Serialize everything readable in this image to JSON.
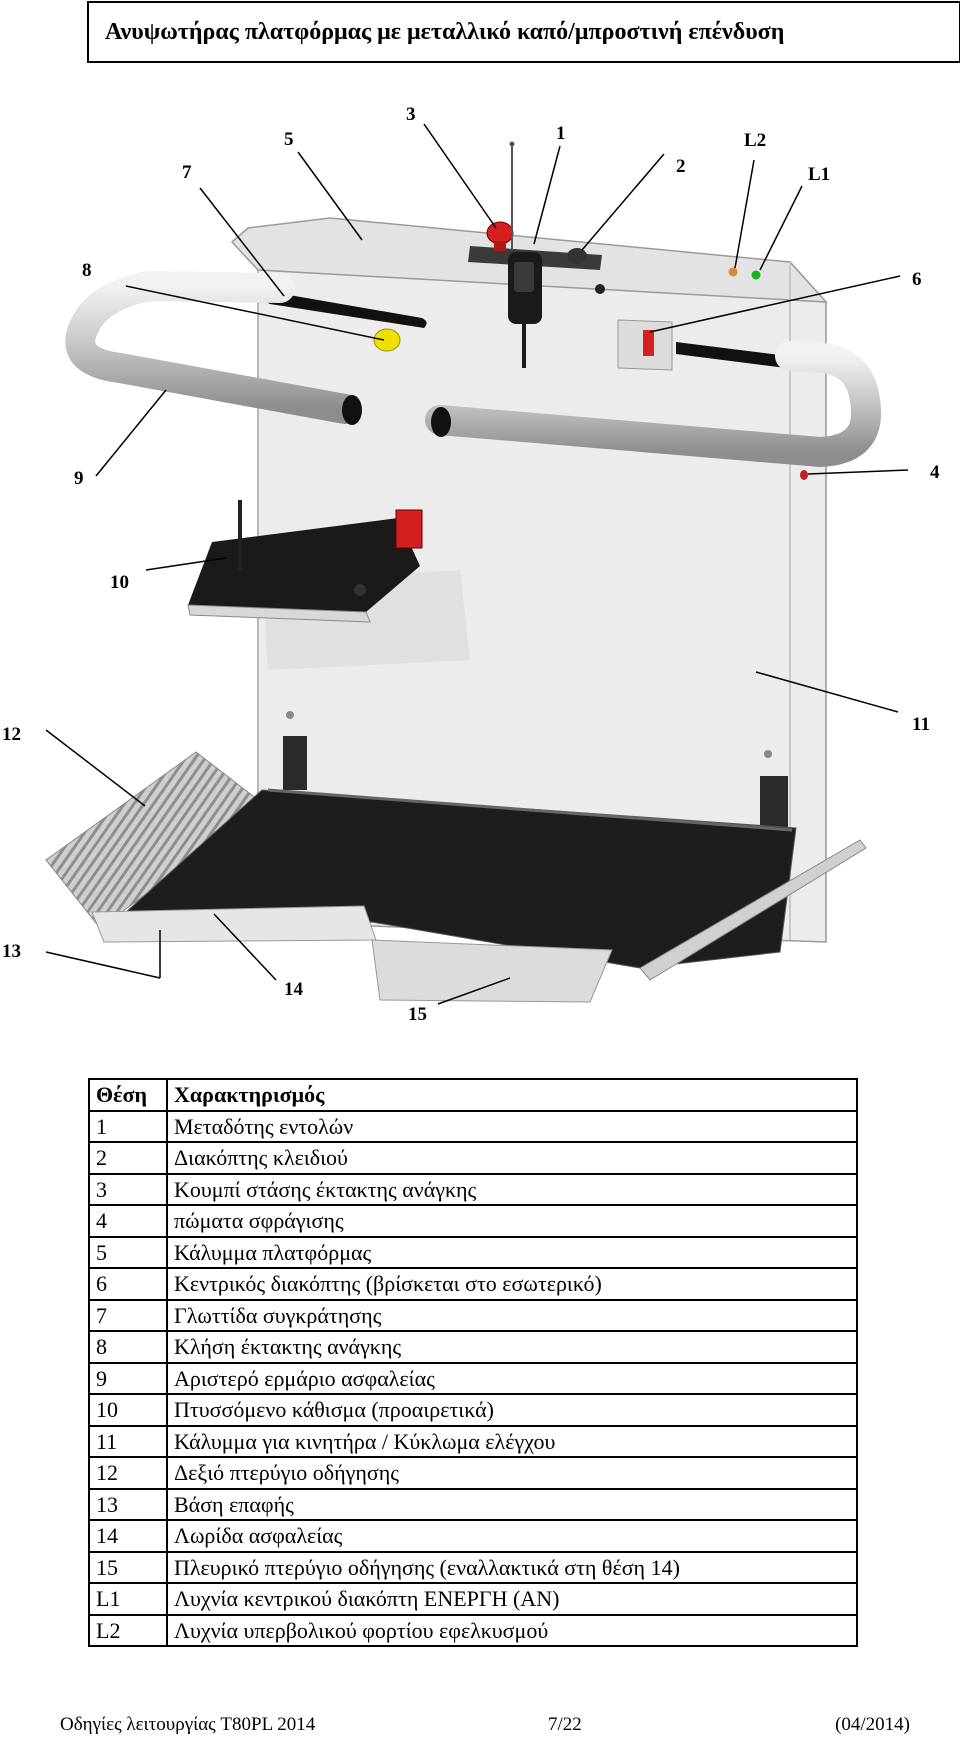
{
  "title": "Ανυψωτήρας πλατφόρμας με μεταλλικό καπό/μπροστινή επένδυση",
  "callouts": [
    "7",
    "5",
    "3",
    "1",
    "2",
    "L2",
    "L1",
    "8",
    "6",
    "9",
    "4",
    "10",
    "12",
    "11",
    "13",
    "14",
    "15"
  ],
  "legend": {
    "header": {
      "position": "Θέση",
      "designation": "Χαρακτηρισμός"
    },
    "rows": [
      {
        "position": "1",
        "designation": "Μεταδότης εντολών"
      },
      {
        "position": "2",
        "designation": "Διακόπτης κλειδιού"
      },
      {
        "position": "3",
        "designation": "Κουμπί στάσης έκτακτης ανάγκης"
      },
      {
        "position": "4",
        "designation": "πώματα σφράγισης"
      },
      {
        "position": "5",
        "designation": "Κάλυμμα πλατφόρμας"
      },
      {
        "position": "6",
        "designation": "Κεντρικός διακόπτης (βρίσκεται στο εσωτερικό)"
      },
      {
        "position": "7",
        "designation": "Γλωττίδα συγκράτησης"
      },
      {
        "position": "8",
        "designation": "Κλήση έκτακτης ανάγκης"
      },
      {
        "position": "9",
        "designation": "Αριστερό ερμάριο ασφαλείας"
      },
      {
        "position": "10",
        "designation": "Πτυσσόμενο κάθισμα (προαιρετικά)"
      },
      {
        "position": "11",
        "designation": "Κάλυμμα για κινητήρα / Κύκλωμα ελέγχου"
      },
      {
        "position": "12",
        "designation": "Δεξιό πτερύγιο οδήγησης"
      },
      {
        "position": "13",
        "designation": "Βάση επαφής"
      },
      {
        "position": "14",
        "designation": "Λωρίδα ασφαλείας"
      },
      {
        "position": "15",
        "designation": "Πλευρικό πτερύγιο οδήγησης (εναλλακτικά στη θέση 14)"
      },
      {
        "position": "L1",
        "designation": "Λυχνία κεντρικού διακόπτη ΕΝΕΡΓΗ (ΑΝ)"
      },
      {
        "position": "L2",
        "designation": "Λυχνία υπερβολικού φορτίου εφελκυσμού"
      }
    ]
  },
  "footer": {
    "manual": "Οδηγίες λειτουργίας T80PL 2014",
    "page": "7/22",
    "date": "(04/2014)"
  },
  "colors": {
    "panel": "#e9e9e9",
    "rail": "#c9c9c9",
    "deck": "#1a1a1a",
    "emergency": "#d42020",
    "bell": "#f0e000"
  }
}
